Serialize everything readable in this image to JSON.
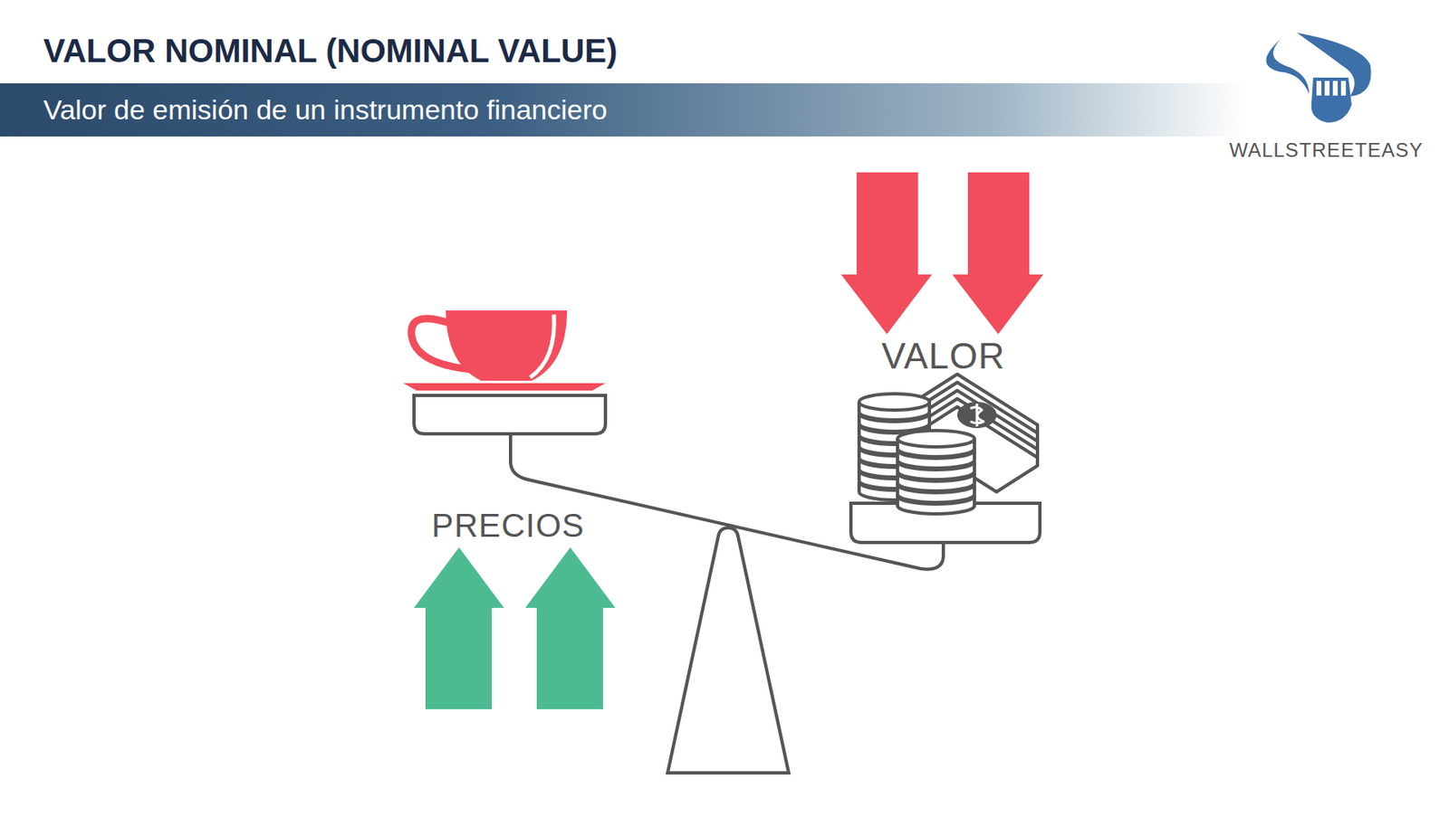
{
  "diagram": {
    "title": "VALOR NOMINAL (NOMINAL VALUE)",
    "nodes": [
      {
        "text": [
          "Valor de emisión de un instrumento financiero"
        ]
      }
    ],
    "labels": [
      "VALOR",
      "PRECIOS",
      "WALLSTREETEASY"
    ]
  }
}
